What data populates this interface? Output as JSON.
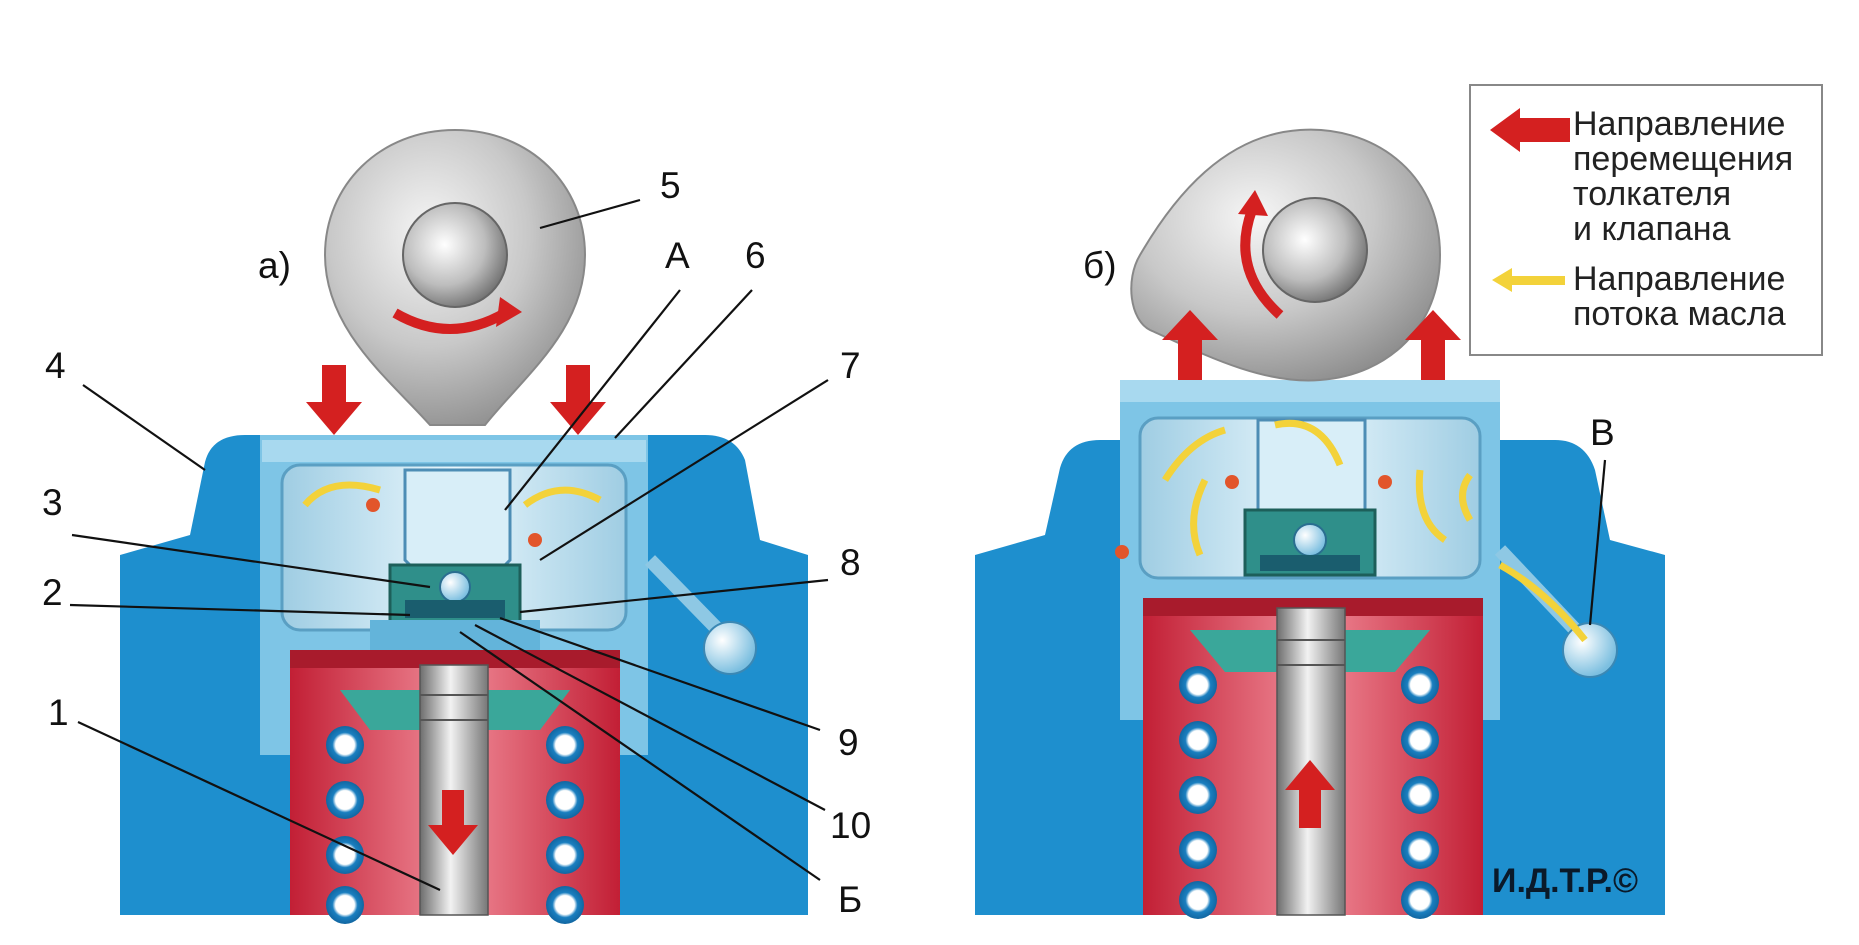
{
  "figure": {
    "panel_a_label": "а)",
    "panel_b_label": "б)",
    "callouts": {
      "n1": "1",
      "n2": "2",
      "n3": "3",
      "n4": "4",
      "n5": "5",
      "n6": "6",
      "n7": "7",
      "n8": "8",
      "n9": "9",
      "n10": "10",
      "A": "А",
      "B_cyr": "Б",
      "V": "В"
    }
  },
  "legend": {
    "valve_motion": [
      "Направление",
      "перемещения",
      "толкателя",
      "и клапана"
    ],
    "oil_flow": [
      "Направление",
      "потока масла"
    ]
  },
  "watermark": "И.Д.Т.Р.©",
  "colors": {
    "head_blue": "#1e8fce",
    "head_dark": "#136ea8",
    "lifter_light": "#bfe3f3",
    "spring_red": "#d6334a",
    "arrow_red": "#d42020",
    "arrow_yellow": "#f3d23a",
    "cam_gray": "#c9c9c9",
    "teal": "#3aa79a"
  }
}
